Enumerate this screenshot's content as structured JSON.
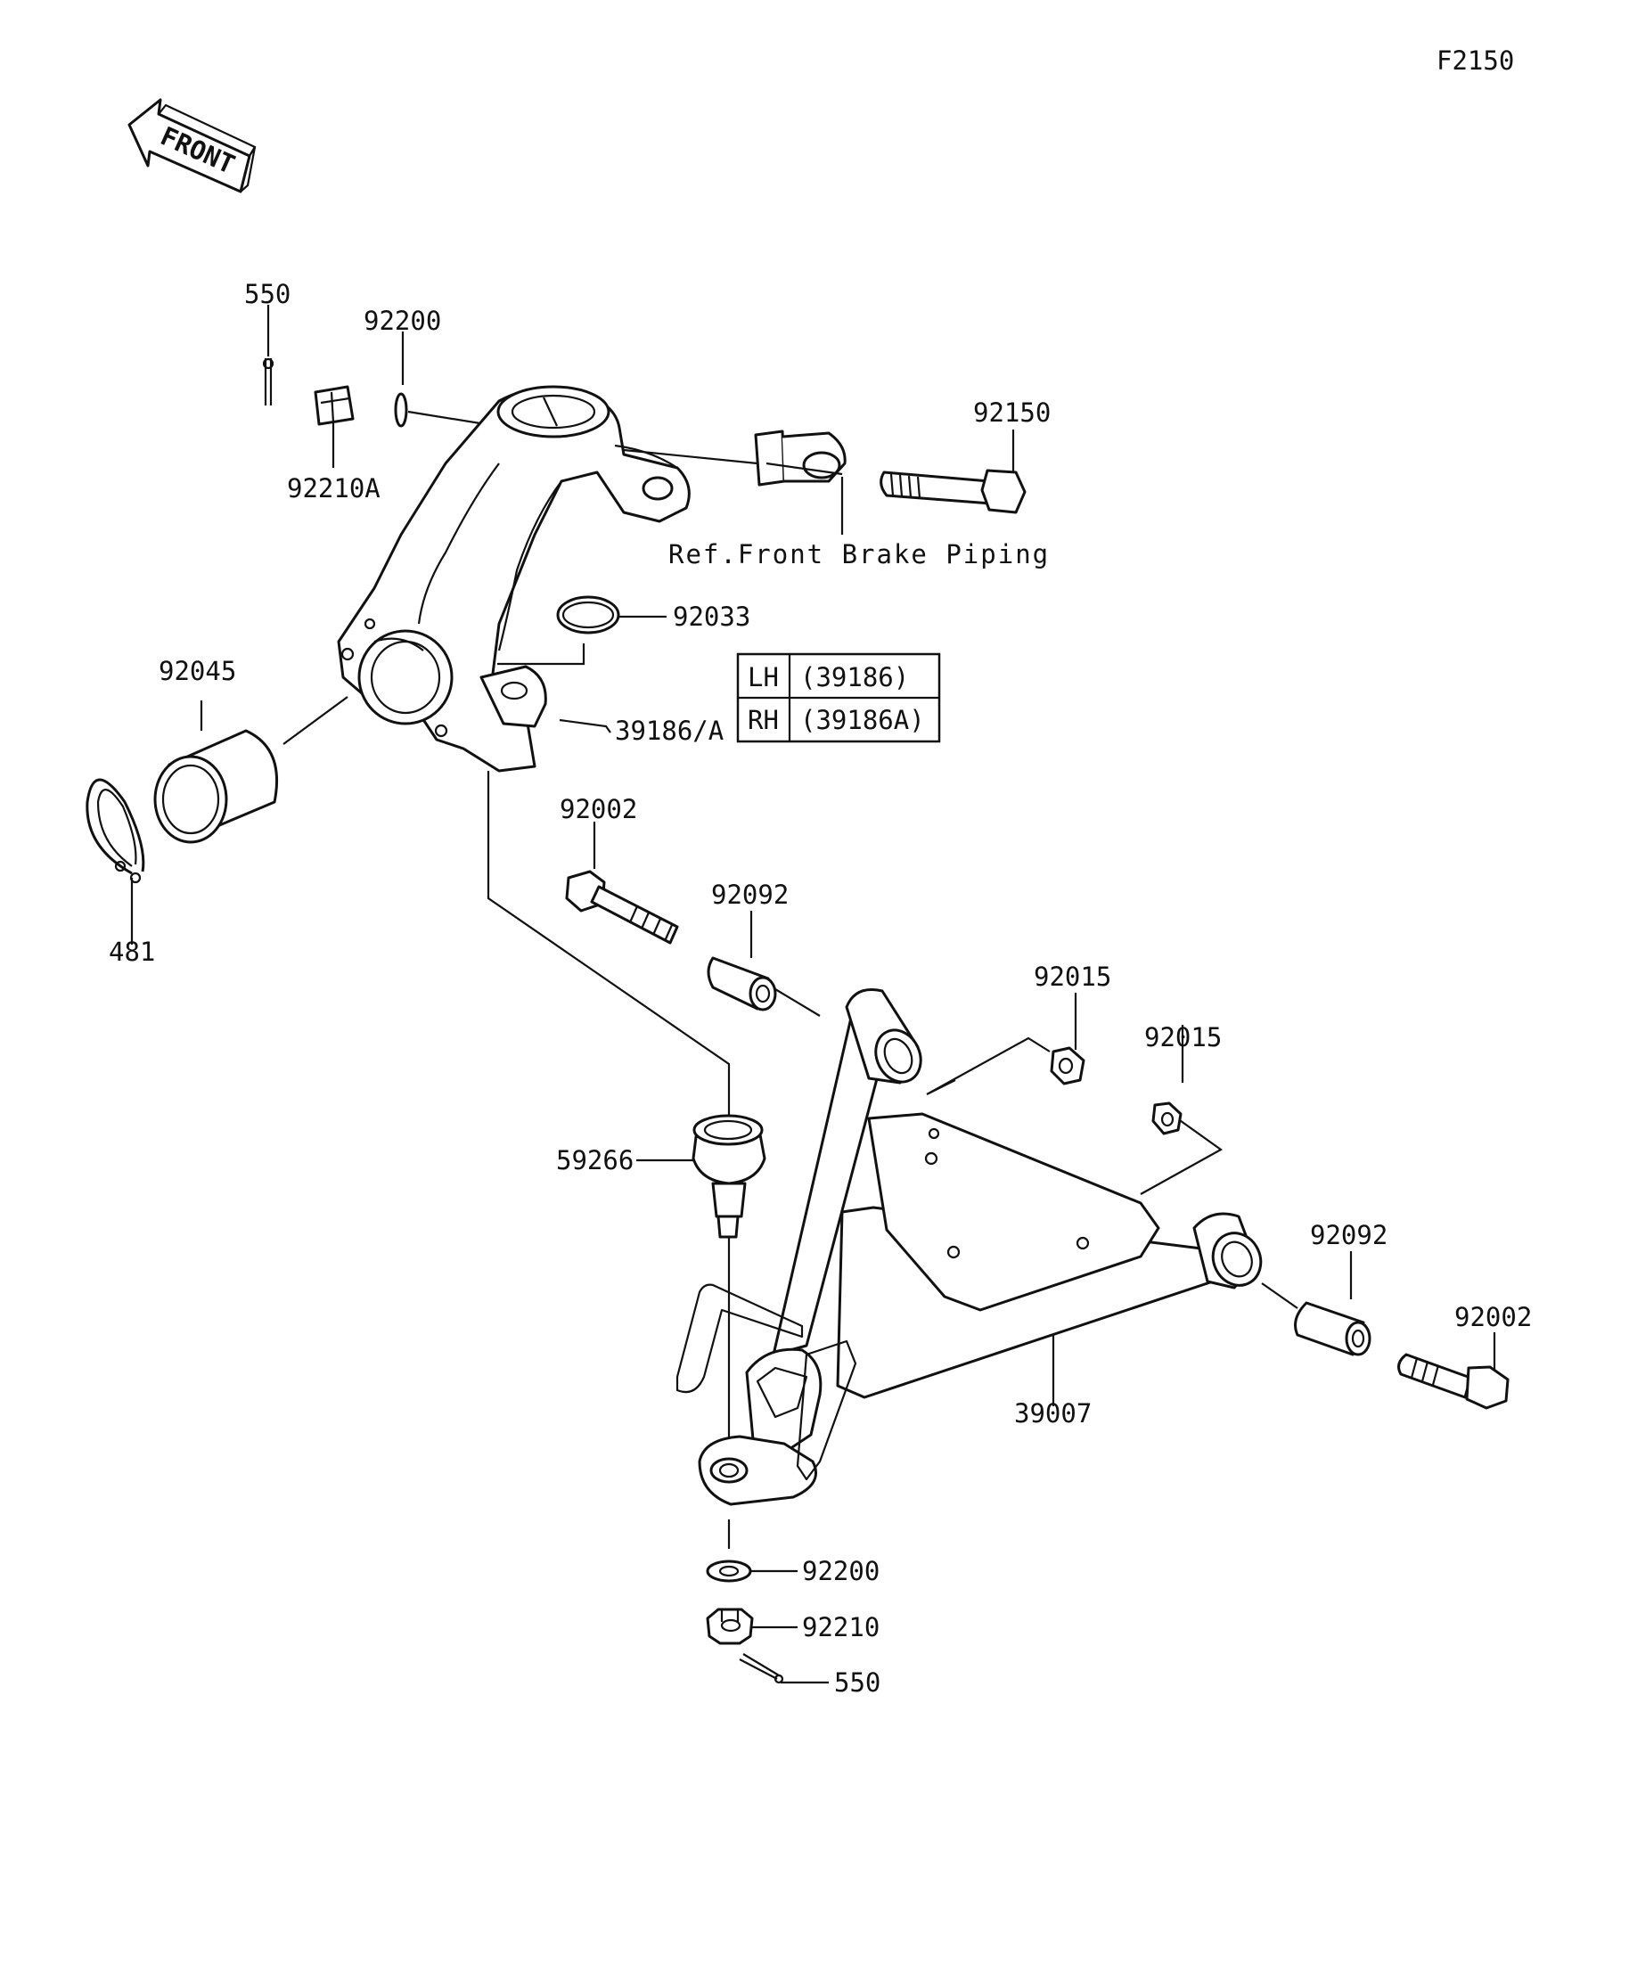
{
  "figure_code": "F2150",
  "front_arrow_label": "FRONT",
  "reference_note": "Ref.Front Brake Piping",
  "variant_table": {
    "rows": [
      {
        "side": "LH",
        "part": "(39186)"
      },
      {
        "side": "RH",
        "part": "(39186A)"
      }
    ]
  },
  "callouts": {
    "c550_top": "550",
    "c92200_top": "92200",
    "c92210a": "92210A",
    "c92150": "92150",
    "c92033": "92033",
    "c39186a": "39186/A",
    "c92045": "92045",
    "c481": "481",
    "c92002_left": "92002",
    "c92092_left": "92092",
    "c92015_a": "92015",
    "c92015_b": "92015",
    "c59266": "59266",
    "c92092_right": "92092",
    "c92002_right": "92002",
    "c39007": "39007",
    "c92200_bottom": "92200",
    "c92210": "92210",
    "c550_bottom": "550"
  }
}
